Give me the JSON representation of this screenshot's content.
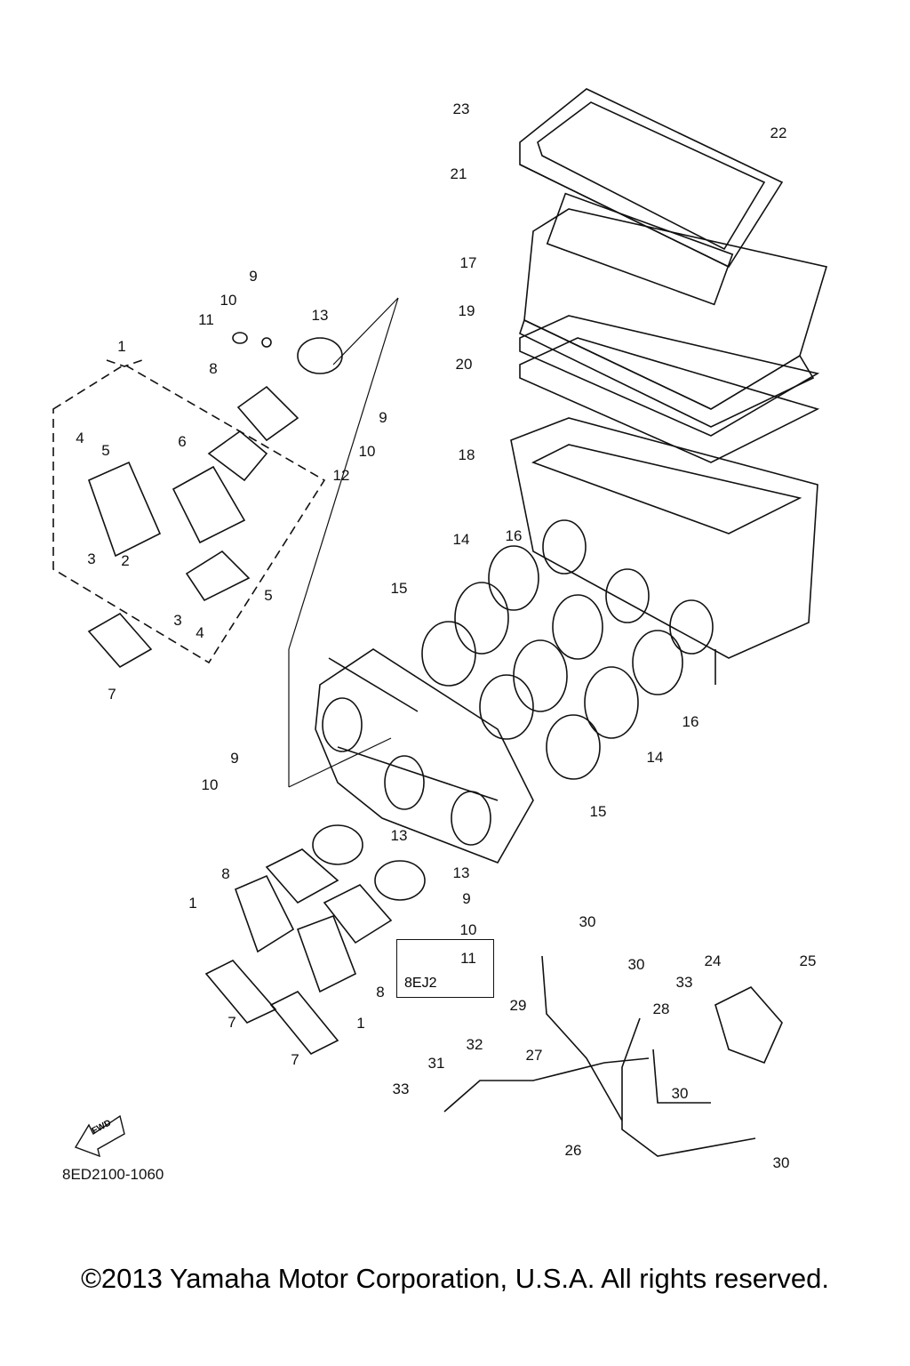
{
  "diagram": {
    "callouts": [
      "23",
      "22",
      "21",
      "17",
      "19",
      "20",
      "18",
      "16",
      "14",
      "15",
      "16",
      "14",
      "15",
      "9",
      "10",
      "11",
      "13",
      "8",
      "9",
      "10",
      "12",
      "6",
      "1",
      "4",
      "5",
      "3",
      "2",
      "5",
      "3",
      "4",
      "7",
      "9",
      "10",
      "13",
      "13",
      "8",
      "1",
      "9",
      "10",
      "11",
      "8",
      "1",
      "7",
      "7",
      "30",
      "30",
      "24",
      "25",
      "33",
      "28",
      "29",
      "27",
      "32",
      "31",
      "33",
      "30",
      "26",
      "30"
    ],
    "variant_box": "8EJ2",
    "fwd_arrow": "FWD",
    "part_code": "8ED2100-1060"
  },
  "footer": {
    "copyright": "©2013 Yamaha Motor Corporation, U.S.A. All rights reserved."
  }
}
